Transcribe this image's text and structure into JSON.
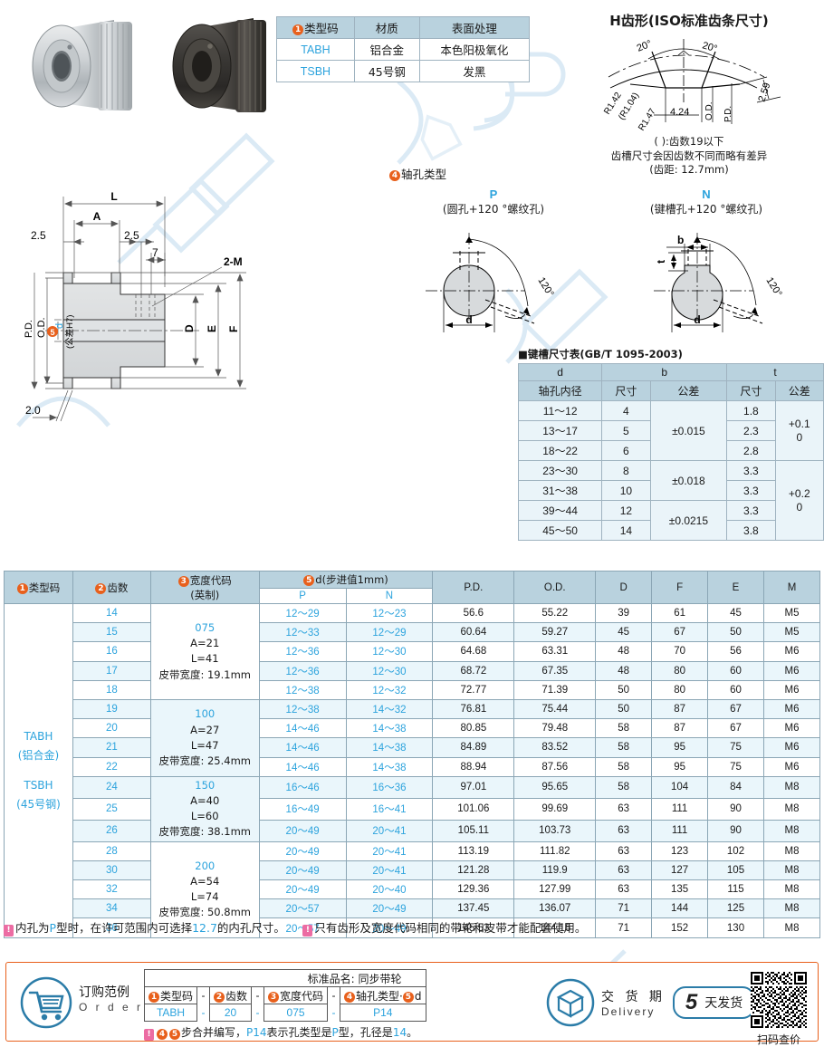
{
  "material_table": {
    "headers": [
      "类型码",
      "材质",
      "表面处理"
    ],
    "header_marker": "1",
    "rows": [
      {
        "code": "TABH",
        "material": "铝合金",
        "surface": "本色阳极氧化"
      },
      {
        "code": "TSBH",
        "material": "45号钢",
        "surface": "发黑"
      }
    ]
  },
  "tooth_profile": {
    "title": "H齿形(ISO标准齿条尺寸)",
    "angle_left": "20°",
    "angle_right": "20°",
    "r1_42": "R1.42",
    "r1_04": "(R1.04)",
    "r1_47": "R1.47",
    "width_424": "4.24",
    "od_label": "O.D.",
    "pd_label": "P.D.",
    "height_259": "2.59",
    "note1": "( ):齿数19以下",
    "note2": "齿槽尺寸会因齿数不同而略有差异",
    "note3": "(齿距: 12.7mm)"
  },
  "drawing": {
    "dim_L": "L",
    "dim_A": "A",
    "dim_25_left": "2.5",
    "dim_25_right": "2.5",
    "dim_7": "7",
    "label_2M": "2-M",
    "dim_D": "D",
    "dim_E": "E",
    "dim_F": "F",
    "dim_PD": "P.D.",
    "dim_OD": "O.D.",
    "bore_marker": "5",
    "bore_label": "d",
    "bore_tol": "(公差H7)",
    "dim_20": "2.0"
  },
  "bore_types": {
    "section_marker": "4",
    "section_title": "轴孔类型",
    "types": [
      {
        "code": "P",
        "desc": "(圆孔+120 °螺纹孔)",
        "angle": "120°",
        "d_label": "d"
      },
      {
        "code": "N",
        "desc": "(键槽孔+120 °螺纹孔)",
        "angle": "120°",
        "d_label": "d",
        "b_label": "b",
        "t_label": "t"
      }
    ]
  },
  "keyway_table": {
    "caption": "■键槽尺寸表(GB/T 1095-2003)",
    "col_d": "d",
    "col_d_sub": "轴孔内径",
    "col_b": "b",
    "col_t": "t",
    "sub_size": "尺寸",
    "sub_tol": "公差",
    "rows": [
      {
        "d": "11～12",
        "b": "4",
        "t": "1.8"
      },
      {
        "d": "13～17",
        "b": "5",
        "t": "2.3"
      },
      {
        "d": "18～22",
        "b": "6",
        "t": "2.8"
      },
      {
        "d": "23～30",
        "b": "8",
        "t": "3.3"
      },
      {
        "d": "31～38",
        "b": "10",
        "t": "3.3"
      },
      {
        "d": "39～44",
        "b": "12",
        "t": "3.3"
      },
      {
        "d": "45～50",
        "b": "14",
        "t": "3.8"
      }
    ],
    "b_tolerances": [
      "±0.015",
      "±0.018",
      "±0.0215"
    ],
    "t_tolerances": [
      "+0.1\n0",
      "+0.2\n0"
    ]
  },
  "spec_table": {
    "headers": {
      "type_code": "类型码",
      "teeth": "齿数",
      "width_code": "宽度代码",
      "width_code_sub": "(英制)",
      "d_group": "d(步进值1mm)",
      "d_p": "P",
      "d_n": "N",
      "pd": "P.D.",
      "od": "O.D.",
      "D": "D",
      "F": "F",
      "E": "E",
      "M": "M"
    },
    "markers": {
      "type_code": "1",
      "teeth": "2",
      "width_code": "3",
      "d": "5"
    },
    "type_codes": [
      {
        "code": "TABH",
        "material": "(铝合金)"
      },
      {
        "code": "TSBH",
        "material": "(45号钢)"
      }
    ],
    "width_groups": [
      {
        "code": "075",
        "A": "A=21",
        "L": "L=41",
        "belt": "皮带宽度: 19.1mm",
        "span": 5
      },
      {
        "code": "100",
        "A": "A=27",
        "L": "L=47",
        "belt": "皮带宽度: 25.4mm",
        "span": 4
      },
      {
        "code": "150",
        "A": "A=40",
        "L": "L=60",
        "belt": "皮带宽度: 38.1mm",
        "span": 3
      },
      {
        "code": "200",
        "A": "A=54",
        "L": "L=74",
        "belt": "皮带宽度: 50.8mm",
        "span": 5
      }
    ],
    "rows": [
      {
        "teeth": "14",
        "p": "12～29",
        "n": "12～23",
        "pd": "56.6",
        "od": "55.22",
        "D": "39",
        "F": "61",
        "E": "45",
        "M": "M5"
      },
      {
        "teeth": "15",
        "p": "12～33",
        "n": "12～29",
        "pd": "60.64",
        "od": "59.27",
        "D": "45",
        "F": "67",
        "E": "50",
        "M": "M5"
      },
      {
        "teeth": "16",
        "p": "12～36",
        "n": "12～30",
        "pd": "64.68",
        "od": "63.31",
        "D": "48",
        "F": "70",
        "E": "56",
        "M": "M6"
      },
      {
        "teeth": "17",
        "p": "12～36",
        "n": "12～30",
        "pd": "68.72",
        "od": "67.35",
        "D": "48",
        "F": "80",
        "E": "60",
        "M": "M6"
      },
      {
        "teeth": "18",
        "p": "12～38",
        "n": "12～32",
        "pd": "72.77",
        "od": "71.39",
        "D": "50",
        "F": "80",
        "E": "60",
        "M": "M6"
      },
      {
        "teeth": "19",
        "p": "12～38",
        "n": "14～32",
        "pd": "76.81",
        "od": "75.44",
        "D": "50",
        "F": "87",
        "E": "67",
        "M": "M6"
      },
      {
        "teeth": "20",
        "p": "14～46",
        "n": "14～38",
        "pd": "80.85",
        "od": "79.48",
        "D": "58",
        "F": "87",
        "E": "67",
        "M": "M6"
      },
      {
        "teeth": "21",
        "p": "14～46",
        "n": "14～38",
        "pd": "84.89",
        "od": "83.52",
        "D": "58",
        "F": "95",
        "E": "75",
        "M": "M6"
      },
      {
        "teeth": "22",
        "p": "14～46",
        "n": "14～38",
        "pd": "88.94",
        "od": "87.56",
        "D": "58",
        "F": "95",
        "E": "75",
        "M": "M6"
      },
      {
        "teeth": "24",
        "p": "16～46",
        "n": "16～36",
        "pd": "97.01",
        "od": "95.65",
        "D": "58",
        "F": "104",
        "E": "84",
        "M": "M8"
      },
      {
        "teeth": "25",
        "p": "16～49",
        "n": "16～41",
        "pd": "101.06",
        "od": "99.69",
        "D": "63",
        "F": "111",
        "E": "90",
        "M": "M8"
      },
      {
        "teeth": "26",
        "p": "20～49",
        "n": "20～41",
        "pd": "105.11",
        "od": "103.73",
        "D": "63",
        "F": "111",
        "E": "90",
        "M": "M8"
      },
      {
        "teeth": "28",
        "p": "20～49",
        "n": "20～41",
        "pd": "113.19",
        "od": "111.82",
        "D": "63",
        "F": "123",
        "E": "102",
        "M": "M8"
      },
      {
        "teeth": "30",
        "p": "20～49",
        "n": "20～41",
        "pd": "121.28",
        "od": "119.9",
        "D": "63",
        "F": "127",
        "E": "105",
        "M": "M8"
      },
      {
        "teeth": "32",
        "p": "20～49",
        "n": "20～40",
        "pd": "129.36",
        "od": "127.99",
        "D": "63",
        "F": "135",
        "E": "115",
        "M": "M8"
      },
      {
        "teeth": "34",
        "p": "20～57",
        "n": "20～49",
        "pd": "137.45",
        "od": "136.07",
        "D": "71",
        "F": "144",
        "E": "125",
        "M": "M8"
      },
      {
        "teeth": "36",
        "p": "20～57",
        "n": "20～49",
        "pd": "145.53",
        "od": "144.16",
        "D": "71",
        "F": "152",
        "E": "130",
        "M": "M8"
      }
    ]
  },
  "footnotes": [
    {
      "marker": "!",
      "text_a": "内孔为",
      "hl1": "P",
      "text_b": "型时，在许可范围内可选择",
      "hl2": "12.7",
      "text_c": "的内孔尺寸。"
    },
    {
      "marker": "!",
      "text_a": "只有齿形及宽度代码相同的带轮和皮带才能配套使用。",
      "hl1": "",
      "text_b": "",
      "hl2": "",
      "text_c": ""
    }
  ],
  "order": {
    "label_cn": "订购范例",
    "label_en": "O r d e r",
    "std_name": "标准品名: 同步带轮",
    "columns": [
      {
        "marker": "1",
        "label": "类型码",
        "value": "TABH"
      },
      {
        "marker": "2",
        "label": "齿数",
        "value": "20"
      },
      {
        "marker": "3",
        "label": "宽度代码",
        "value": "075"
      },
      {
        "marker": "4",
        "label": "轴孔类型·",
        "marker2": "5",
        "label2": "d",
        "value": "P14"
      }
    ],
    "separator": "-",
    "note_marker": "!",
    "note_m1": "4",
    "note_m2": "5",
    "note_a": "步合并编写，",
    "note_hl1": "P14",
    "note_b": "表示孔类型是",
    "note_hl2": "P",
    "note_c": "型，孔径是",
    "note_hl3": "14",
    "note_d": "。"
  },
  "delivery": {
    "title_cn": "交 货 期",
    "title_en": "Delivery",
    "days": "5",
    "days_label": "天发货"
  },
  "qr": {
    "caption": "扫码查价"
  },
  "colors": {
    "accent_orange": "#e8601c",
    "accent_blue": "#2ca3dd",
    "header_blue": "#b9d2de",
    "row_alt": "#eaf6fb",
    "pink": "#ec6ca3"
  }
}
